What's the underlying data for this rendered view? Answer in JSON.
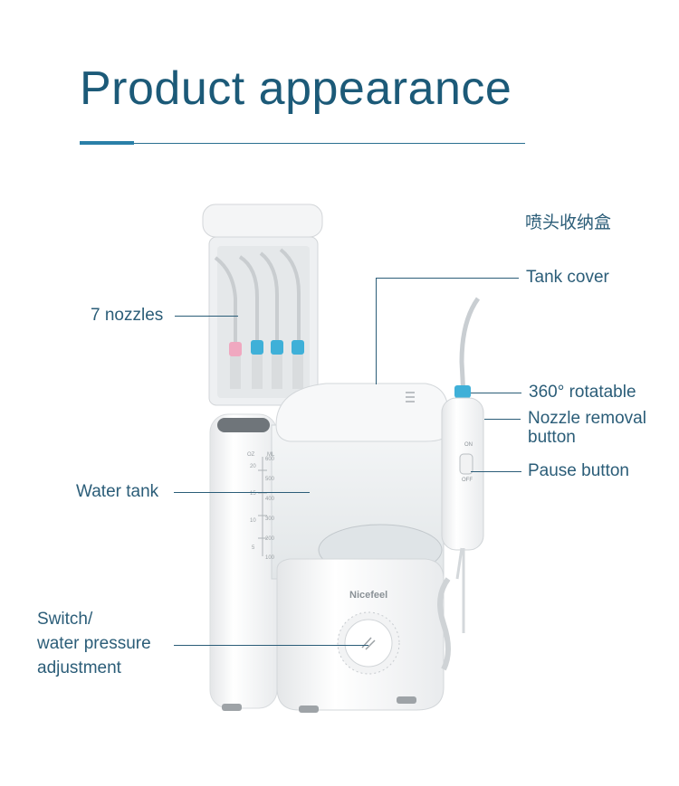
{
  "page": {
    "title": "Product appearance"
  },
  "labels": {
    "nozzle_box": "喷头收纳盒",
    "tank_cover": "Tank cover",
    "seven_nozzles": "7 nozzles",
    "rotatable": "360° rotatable",
    "nozzle_removal_line1": "Nozzle removal",
    "nozzle_removal_line2": "button",
    "pause_button": "Pause button",
    "water_tank": "Water tank",
    "switch_line1": "Switch/",
    "switch_line2": "water pressure",
    "switch_line3": "adjustment"
  },
  "device": {
    "brand": "Nicefeel",
    "handle_on": "ON",
    "handle_off": "OFF",
    "scale_unit_left": "OZ",
    "scale_unit_right": "ML",
    "scale_oz": [
      "20",
      "15",
      "10",
      "5"
    ],
    "scale_ml": [
      "600",
      "500",
      "400",
      "300",
      "200",
      "100"
    ]
  },
  "colors": {
    "title": "#1c5a78",
    "label": "#2b5d78",
    "nozzle_blue": "#3fb0d8",
    "nozzle_pink": "#f0a8c0"
  }
}
